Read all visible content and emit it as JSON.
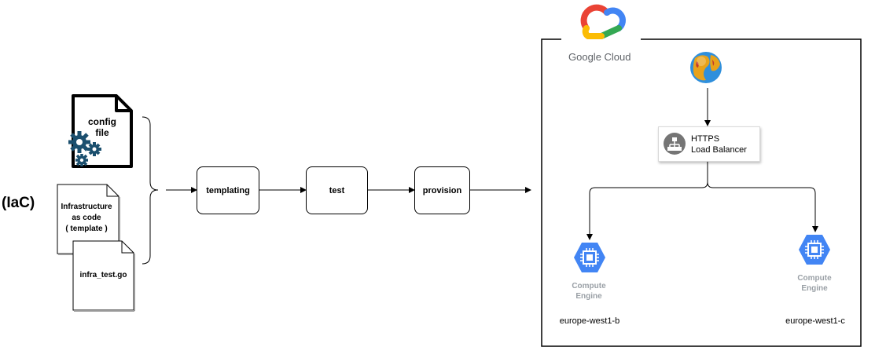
{
  "iac_label": "(IaC)",
  "config_file": {
    "line1": "config",
    "line2": "file"
  },
  "template_doc": {
    "line1": "Infrastructure",
    "line2": "as code",
    "line3": "( template )"
  },
  "test_doc": {
    "label": "infra_test.go"
  },
  "pipeline": {
    "templating": "templating",
    "test": "test",
    "provision": "provision"
  },
  "cloud": {
    "brand": "Google Cloud"
  },
  "load_balancer": {
    "line1": "HTTPS",
    "line2": "Load Balancer"
  },
  "compute_left": {
    "line1": "Compute",
    "line2": "Engine",
    "zone": "europe-west1-b"
  },
  "compute_right": {
    "line1": "Compute",
    "line2": "Engine",
    "zone": "europe-west1-c"
  },
  "colors": {
    "gear": "#1b4f6e",
    "compute_hex": "#4285f4",
    "lb_icon": "#757575",
    "google_blue": "#4285f4",
    "google_red": "#ea4335",
    "google_yellow": "#fbbc04",
    "google_green": "#34a853"
  }
}
